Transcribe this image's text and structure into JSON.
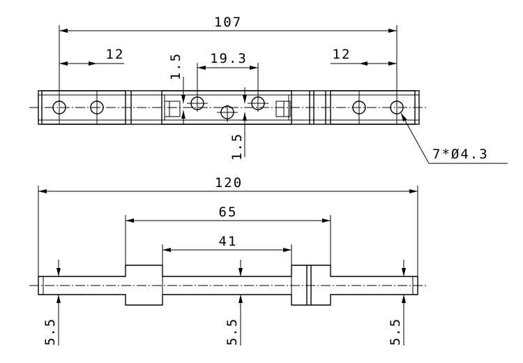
{
  "top_view": {
    "dim_overall": "107",
    "dim_left_holes": "12",
    "dim_right_holes": "12",
    "dim_center_spacing": "19.3",
    "dim_offset_upper": "1.5",
    "dim_offset_lower": "1.5",
    "hole_callout": "7*Ø4.3"
  },
  "side_view": {
    "dim_overall": "120",
    "dim_shoulder": "65",
    "dim_middle": "41",
    "dim_dia_left": "5.5",
    "dim_dia_center": "5.5",
    "dim_dia_right": "5.5"
  }
}
